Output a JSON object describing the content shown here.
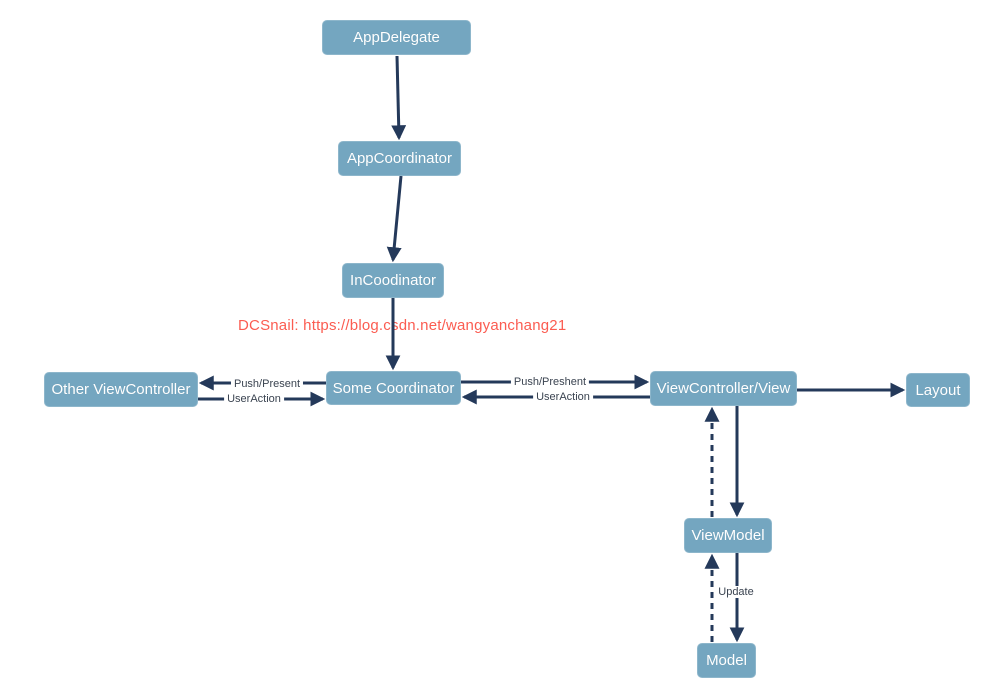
{
  "diagram": {
    "watermark": "DCSnail: https://blog.csdn.net/wangyanchang21",
    "nodes": {
      "app_delegate": "AppDelegate",
      "app_coordinator": "AppCoordinator",
      "in_coodinator": "InCoodinator",
      "some_coordinator": "Some Coordinator",
      "other_view_controller": "Other ViewController",
      "view_controller_view": "ViewController/View",
      "layout": "Layout",
      "view_model": "ViewModel",
      "model": "Model"
    },
    "edge_labels": {
      "push_present_left": "Push/Present",
      "user_action_left": "UserAction",
      "push_preshent_right": "Push/Preshent",
      "user_action_right": "UserAction",
      "update": "Update"
    },
    "colors": {
      "node_fill": "#74a6c0",
      "node_text": "#ffffff",
      "arrow": "#24395a",
      "watermark": "#fb5c51",
      "edge_label_text": "#3a4350"
    }
  }
}
